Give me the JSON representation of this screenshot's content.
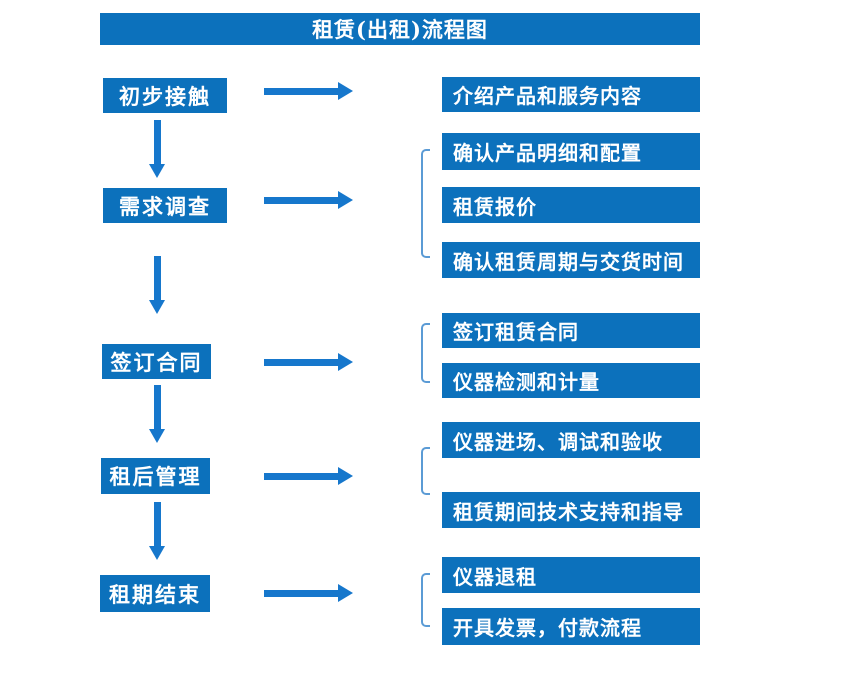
{
  "title": "租赁(出租)流程图",
  "colors": {
    "box_blue": "#0C71BC",
    "arrow_blue": "#1677CC",
    "bracket_blue": "#5B9BD5",
    "text_white": "#FFFFFF",
    "background": "#FFFFFF"
  },
  "stages": [
    {
      "label": "初步接触",
      "outputs": [
        "介绍产品和服务内容"
      ]
    },
    {
      "label": "需求调查",
      "outputs": [
        "确认产品明细和配置",
        "租赁报价",
        "确认租赁周期与交货时间"
      ]
    },
    {
      "label": "签订合同",
      "outputs": [
        "签订租赁合同",
        "仪器检测和计量"
      ]
    },
    {
      "label": "租后管理",
      "outputs": [
        "仪器进场、调试和验收",
        "租赁期间技术支持和指导"
      ]
    },
    {
      "label": "租期结束",
      "outputs": [
        "仪器退租",
        "开具发票，付款流程"
      ]
    }
  ]
}
